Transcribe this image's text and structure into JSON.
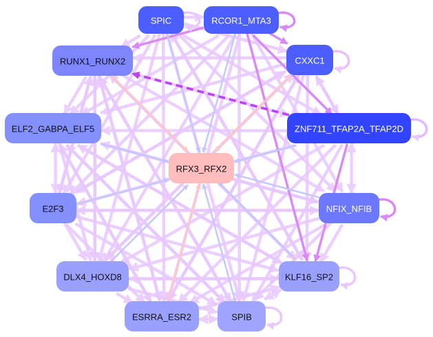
{
  "graph": {
    "title": "Regulatory network",
    "nodes": [
      {
        "id": "SPIC",
        "label": "SPIC",
        "fill": "#4d5eff",
        "text_color": "#ffffff",
        "self_loop": true,
        "loop_color": "#e8c8ff"
      },
      {
        "id": "RCOR1_MTA3",
        "label": "RCOR1_MTA3",
        "fill": "#4d5eff",
        "text_color": "#ffffff",
        "self_loop": true,
        "loop_color": "#d98bf5"
      },
      {
        "id": "RUNX1_RUNX2",
        "label": "RUNX1_RUNX2",
        "fill": "#7d86ff",
        "text_color": "#111111",
        "self_loop": false
      },
      {
        "id": "CXXC1",
        "label": "CXXC1",
        "fill": "#4d5eff",
        "text_color": "#ffffff",
        "self_loop": true,
        "loop_color": "#e8c0ff"
      },
      {
        "id": "ELF2_GABPA_ELF5",
        "label": "ELF2_GABPA_ELF5",
        "fill": "#8590ff",
        "text_color": "#111111",
        "self_loop": false
      },
      {
        "id": "ZNF711_TFAP2A_TFAP2D",
        "label": "ZNF711_TFAP2A_TFAP2D",
        "fill": "#3344ff",
        "text_color": "#ffffff",
        "self_loop": true,
        "loop_color": "#e4b8ff"
      },
      {
        "id": "RFX3_RFX2",
        "label": "RFX3_RFX2",
        "fill": "#ffbcbc",
        "text_color": "#111111",
        "self_loop": false
      },
      {
        "id": "E2F3",
        "label": "E2F3",
        "fill": "#8590ff",
        "text_color": "#111111",
        "self_loop": false
      },
      {
        "id": "NFIX_NFIB",
        "label": "NFIX_NFIB",
        "fill": "#6b78ff",
        "text_color": "#ffffff",
        "self_loop": true,
        "loop_color": "#d98bf5"
      },
      {
        "id": "DLX4_HOXD8",
        "label": "DLX4_HOXD8",
        "fill": "#9aa0ff",
        "text_color": "#111111",
        "self_loop": false
      },
      {
        "id": "KLF16_SP2",
        "label": "KLF16_SP2",
        "fill": "#9aa0ff",
        "text_color": "#111111",
        "self_loop": true,
        "loop_color": "#e8c8ff"
      },
      {
        "id": "ESRRA_ESR2",
        "label": "ESRRA_ESR2",
        "fill": "#9aa0ff",
        "text_color": "#111111",
        "self_loop": false
      },
      {
        "id": "SPIB",
        "label": "SPIB",
        "fill": "#a0a6ff",
        "text_color": "#111111",
        "self_loop": true,
        "loop_color": "#e8c8ff"
      }
    ],
    "edge_colors": {
      "default": "#e8c8ff",
      "strong": "#d98bf5",
      "to_center_blue": "#c4c8ff",
      "to_center_pink": "#ffc8c0",
      "highlight": "#bb44f0"
    },
    "edges": [
      {
        "from": "ZNF711_TFAP2A_TFAP2D",
        "to": "RUNX1_RUNX2",
        "color": "highlight",
        "dashed": true
      },
      {
        "from": "SPIC",
        "to": "RFX3_RFX2",
        "color": "to_center_blue"
      },
      {
        "from": "RCOR1_MTA3",
        "to": "RFX3_RFX2",
        "color": "to_center_blue"
      },
      {
        "from": "RUNX1_RUNX2",
        "to": "RFX3_RFX2",
        "color": "to_center_pink"
      },
      {
        "from": "CXXC1",
        "to": "RFX3_RFX2",
        "color": "to_center_pink"
      },
      {
        "from": "ELF2_GABPA_ELF5",
        "to": "RFX3_RFX2",
        "color": "to_center_blue"
      },
      {
        "from": "ZNF711_TFAP2A_TFAP2D",
        "to": "RFX3_RFX2",
        "color": "to_center_blue"
      },
      {
        "from": "NFIX_NFIB",
        "to": "RFX3_RFX2",
        "color": "to_center_blue"
      },
      {
        "from": "RFX3_RFX2",
        "to": "E2F3",
        "color": "to_center_pink"
      },
      {
        "from": "E2F3",
        "to": "RFX3_RFX2",
        "color": "to_center_blue"
      },
      {
        "from": "RFX3_RFX2",
        "to": "DLX4_HOXD8",
        "color": "to_center_pink"
      },
      {
        "from": "DLX4_HOXD8",
        "to": "RFX3_RFX2",
        "color": "to_center_blue"
      },
      {
        "from": "RFX3_RFX2",
        "to": "KLF16_SP2",
        "color": "to_center_pink"
      },
      {
        "from": "KLF16_SP2",
        "to": "RFX3_RFX2",
        "color": "to_center_blue"
      },
      {
        "from": "ESRRA_ESR2",
        "to": "RFX3_RFX2",
        "color": "to_center_pink"
      },
      {
        "from": "SPIB",
        "to": "RFX3_RFX2",
        "color": "to_center_blue"
      },
      {
        "from": "ELF2_GABPA_ELF5",
        "to": "E2F3",
        "color": "default",
        "bidirectional": true
      },
      {
        "from": "SPIC",
        "to": "RCOR1_MTA3",
        "color": "default"
      },
      {
        "from": "RCOR1_MTA3",
        "to": "CXXC1",
        "color": "strong"
      },
      {
        "from": "RCOR1_MTA3",
        "to": "RUNX1_RUNX2",
        "color": "strong"
      },
      {
        "from": "SPIC",
        "to": "RUNX1_RUNX2",
        "color": "default"
      },
      {
        "from": "CXXC1",
        "to": "RUNX1_RUNX2",
        "color": "default"
      },
      {
        "from": "CXXC1",
        "to": "ZNF711_TFAP2A_TFAP2D",
        "color": "default"
      },
      {
        "from": "ZNF711_TFAP2A_TFAP2D",
        "to": "CXXC1",
        "color": "default"
      },
      {
        "from": "RCOR1_MTA3",
        "to": "ZNF711_TFAP2A_TFAP2D",
        "color": "strong"
      },
      {
        "from": "RUNX1_RUNX2",
        "to": "ELF2_GABPA_ELF5",
        "color": "default"
      },
      {
        "from": "RUNX1_RUNX2",
        "to": "E2F3",
        "color": "default"
      },
      {
        "from": "RUNX1_RUNX2",
        "to": "DLX4_HOXD8",
        "color": "default"
      },
      {
        "from": "RUNX1_RUNX2",
        "to": "ESRRA_ESR2",
        "color": "default"
      },
      {
        "from": "RUNX1_RUNX2",
        "to": "SPIB",
        "color": "default"
      },
      {
        "from": "RUNX1_RUNX2",
        "to": "KLF16_SP2",
        "color": "default"
      },
      {
        "from": "RUNX1_RUNX2",
        "to": "NFIX_NFIB",
        "color": "default"
      },
      {
        "from": "RUNX1_RUNX2",
        "to": "ZNF711_TFAP2A_TFAP2D",
        "color": "default"
      },
      {
        "from": "SPIC",
        "to": "ELF2_GABPA_ELF5",
        "color": "default"
      },
      {
        "from": "SPIC",
        "to": "E2F3",
        "color": "default"
      },
      {
        "from": "SPIC",
        "to": "DLX4_HOXD8",
        "color": "default"
      },
      {
        "from": "SPIC",
        "to": "ESRRA_ESR2",
        "color": "default"
      },
      {
        "from": "SPIC",
        "to": "SPIB",
        "color": "default"
      },
      {
        "from": "SPIC",
        "to": "KLF16_SP2",
        "color": "default"
      },
      {
        "from": "SPIC",
        "to": "NFIX_NFIB",
        "color": "default"
      },
      {
        "from": "SPIC",
        "to": "CXXC1",
        "color": "default"
      },
      {
        "from": "SPIC",
        "to": "ZNF711_TFAP2A_TFAP2D",
        "color": "default"
      },
      {
        "from": "RCOR1_MTA3",
        "to": "ELF2_GABPA_ELF5",
        "color": "default"
      },
      {
        "from": "RCOR1_MTA3",
        "to": "E2F3",
        "color": "default"
      },
      {
        "from": "RCOR1_MTA3",
        "to": "DLX4_HOXD8",
        "color": "default"
      },
      {
        "from": "RCOR1_MTA3",
        "to": "ESRRA_ESR2",
        "color": "default"
      },
      {
        "from": "RCOR1_MTA3",
        "to": "SPIB",
        "color": "default"
      },
      {
        "from": "RCOR1_MTA3",
        "to": "KLF16_SP2",
        "color": "strong"
      },
      {
        "from": "RCOR1_MTA3",
        "to": "NFIX_NFIB",
        "color": "default"
      },
      {
        "from": "CXXC1",
        "to": "ELF2_GABPA_ELF5",
        "color": "default"
      },
      {
        "from": "CXXC1",
        "to": "E2F3",
        "color": "default"
      },
      {
        "from": "CXXC1",
        "to": "DLX4_HOXD8",
        "color": "default"
      },
      {
        "from": "CXXC1",
        "to": "ESRRA_ESR2",
        "color": "default"
      },
      {
        "from": "CXXC1",
        "to": "SPIB",
        "color": "default"
      },
      {
        "from": "CXXC1",
        "to": "KLF16_SP2",
        "color": "default"
      },
      {
        "from": "ZNF711_TFAP2A_TFAP2D",
        "to": "ELF2_GABPA_ELF5",
        "color": "default"
      },
      {
        "from": "ZNF711_TFAP2A_TFAP2D",
        "to": "E2F3",
        "color": "default"
      },
      {
        "from": "ZNF711_TFAP2A_TFAP2D",
        "to": "DLX4_HOXD8",
        "color": "default"
      },
      {
        "from": "ZNF711_TFAP2A_TFAP2D",
        "to": "ESRRA_ESR2",
        "color": "default"
      },
      {
        "from": "ZNF711_TFAP2A_TFAP2D",
        "to": "SPIB",
        "color": "default"
      },
      {
        "from": "ZNF711_TFAP2A_TFAP2D",
        "to": "KLF16_SP2",
        "color": "strong"
      },
      {
        "from": "ZNF711_TFAP2A_TFAP2D",
        "to": "NFIX_NFIB",
        "color": "default",
        "bidirectional": true
      },
      {
        "from": "NFIX_NFIB",
        "to": "KLF16_SP2",
        "color": "default"
      },
      {
        "from": "NFIX_NFIB",
        "to": "ELF2_GABPA_ELF5",
        "color": "default"
      },
      {
        "from": "NFIX_NFIB",
        "to": "E2F3",
        "color": "default"
      },
      {
        "from": "NFIX_NFIB",
        "to": "DLX4_HOXD8",
        "color": "default"
      },
      {
        "from": "NFIX_NFIB",
        "to": "ESRRA_ESR2",
        "color": "default"
      },
      {
        "from": "NFIX_NFIB",
        "to": "SPIB",
        "color": "default"
      },
      {
        "from": "ELF2_GABPA_ELF5",
        "to": "DLX4_HOXD8",
        "color": "default"
      },
      {
        "from": "ELF2_GABPA_ELF5",
        "to": "ESRRA_ESR2",
        "color": "default"
      },
      {
        "from": "ELF2_GABPA_ELF5",
        "to": "SPIB",
        "color": "default"
      },
      {
        "from": "ELF2_GABPA_ELF5",
        "to": "KLF16_SP2",
        "color": "default"
      },
      {
        "from": "ELF2_GABPA_ELF5",
        "to": "NFIX_NFIB",
        "color": "default"
      },
      {
        "from": "E2F3",
        "to": "DLX4_HOXD8",
        "color": "default"
      },
      {
        "from": "E2F3",
        "to": "ESRRA_ESR2",
        "color": "default"
      },
      {
        "from": "E2F3",
        "to": "SPIB",
        "color": "default"
      },
      {
        "from": "E2F3",
        "to": "KLF16_SP2",
        "color": "default"
      },
      {
        "from": "E2F3",
        "to": "NFIX_NFIB",
        "color": "default"
      },
      {
        "from": "DLX4_HOXD8",
        "to": "ESRRA_ESR2",
        "color": "default"
      },
      {
        "from": "DLX4_HOXD8",
        "to": "SPIB",
        "color": "default"
      },
      {
        "from": "DLX4_HOXD8",
        "to": "KLF16_SP2",
        "color": "default"
      },
      {
        "from": "ESRRA_ESR2",
        "to": "SPIB",
        "color": "default",
        "bidirectional": true
      },
      {
        "from": "ESRRA_ESR2",
        "to": "KLF16_SP2",
        "color": "default"
      },
      {
        "from": "SPIB",
        "to": "KLF16_SP2",
        "color": "default",
        "bidirectional": true
      },
      {
        "from": "KLF16_SP2",
        "to": "DLX4_HOXD8",
        "color": "default"
      },
      {
        "from": "ESRRA_ESR2",
        "to": "ELF2_GABPA_ELF5",
        "color": "default"
      },
      {
        "from": "SPIB",
        "to": "ELF2_GABPA_ELF5",
        "color": "default"
      },
      {
        "from": "KLF16_SP2",
        "to": "ELF2_GABPA_ELF5",
        "color": "default"
      },
      {
        "from": "DLX4_HOXD8",
        "to": "RUNX1_RUNX2",
        "color": "default"
      },
      {
        "from": "ESRRA_ESR2",
        "to": "RUNX1_RUNX2",
        "color": "default"
      },
      {
        "from": "KLF16_SP2",
        "to": "RUNX1_RUNX2",
        "color": "default"
      },
      {
        "from": "SPIB",
        "to": "RUNX1_RUNX2",
        "color": "default"
      },
      {
        "from": "E2F3",
        "to": "RUNX1_RUNX2",
        "color": "default"
      },
      {
        "from": "KLF16_SP2",
        "to": "SPIC",
        "color": "default"
      },
      {
        "from": "DLX4_HOXD8",
        "to": "CXXC1",
        "color": "default"
      },
      {
        "from": "ESRRA_ESR2",
        "to": "CXXC1",
        "color": "default"
      },
      {
        "from": "E2F3",
        "to": "CXXC1",
        "color": "default"
      }
    ]
  }
}
